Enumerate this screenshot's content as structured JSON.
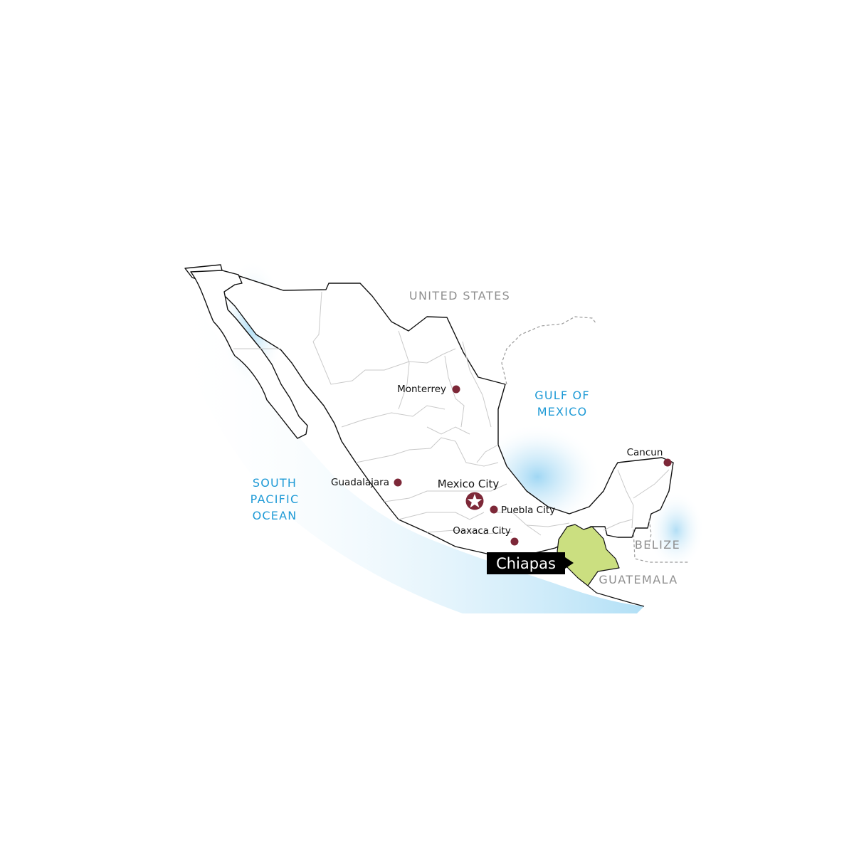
{
  "map": {
    "water_labels": {
      "gulf_line1": "GULF OF",
      "gulf_line2": "MEXICO",
      "pacific_line1": "SOUTH",
      "pacific_line2": "PACIFIC",
      "pacific_line3": "OCEAN"
    },
    "countries": {
      "united_states": "UNITED STATES",
      "belize": "BELIZE",
      "guatemala": "GUATEMALA"
    },
    "cities": {
      "monterrey": "Monterrey",
      "guadalajara": "Guadalajara",
      "mexico_city": "Mexico City",
      "puebla": "Puebla City",
      "oaxaca": "Oaxaca City",
      "cancun": "Cancun"
    },
    "highlighted_region": "Chiapas",
    "colors": {
      "water_text": "#1e9ad6",
      "water_glow": "#a9dcf5",
      "city_marker": "#7d2838",
      "highlight_fill": "#cbdf80",
      "country_text": "#8f8f8f",
      "outline": "#111111",
      "state_border": "#c9c9c9"
    },
    "icons": {
      "capital": "star-in-circle-icon",
      "city": "dot-marker-icon"
    }
  }
}
